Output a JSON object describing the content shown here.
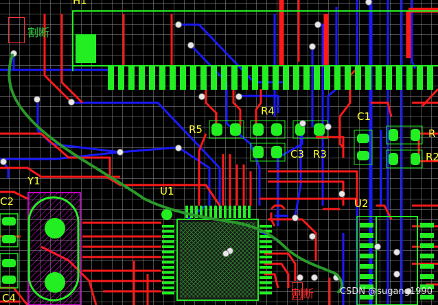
{
  "colors": {
    "top_copper": "#ff1a1a",
    "bottom_copper": "#1a1aff",
    "pad_green": "#22ee22",
    "silkscreen": "#ffff33",
    "cut_line": "#2a9a2a",
    "keepout": "#ff00ff",
    "grid": "#8c8c8c",
    "background": "#000000"
  },
  "labels": {
    "h1": "H1",
    "r5": "R5",
    "r4": "R4",
    "c3": "C3",
    "r3": "R3",
    "c1": "C1",
    "r_edge_1": "R",
    "r_edge_2": "R2",
    "c2": "C2",
    "y1": "Y1",
    "u1": "U1",
    "u2": "U2",
    "c4": "C4"
  },
  "cut_marks": {
    "top_left": "割断",
    "bottom": "割断"
  },
  "watermark": "CSDN @sugang1990"
}
